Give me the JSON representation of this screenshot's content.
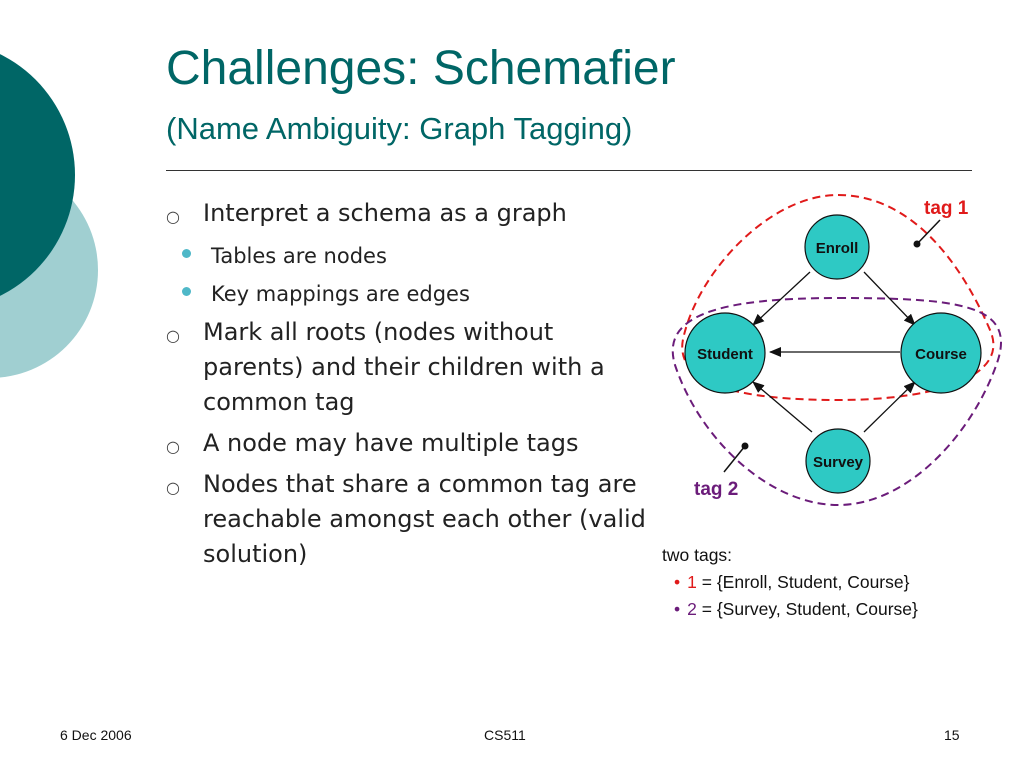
{
  "slide": {
    "title": "Challenges: Schemafier",
    "subtitle": "(Name Ambiguity: Graph Tagging)",
    "colors": {
      "accent_dark": "#006666",
      "accent_light": "#a0cfd1",
      "node_fill": "#2ec9c4",
      "tag1": "#e01a1a",
      "tag2": "#6b1c7a"
    }
  },
  "bullets": [
    {
      "text": "Interpret a schema as a graph",
      "sub": [
        "Tables are nodes",
        "Key mappings are edges"
      ]
    },
    {
      "text": "Mark all roots (nodes without parents) and their children with a common tag",
      "sub": []
    },
    {
      "text": "A node may have multiple tags",
      "sub": []
    },
    {
      "text": "Nodes that share a common tag are reachable amongst each other (valid solution)",
      "sub": []
    }
  ],
  "diagram": {
    "nodes": {
      "enroll": "Enroll",
      "student": "Student",
      "course": "Course",
      "survey": "Survey"
    },
    "tag1_label": "tag 1",
    "tag2_label": "tag 2"
  },
  "legend": {
    "heading": "two tags:",
    "items": [
      {
        "key": "1",
        "value": "= {Enroll, Student, Course}"
      },
      {
        "key": "2",
        "value": "= {Survey, Student, Course}"
      }
    ]
  },
  "footer": {
    "date": "6 Dec 2006",
    "course": "CS511",
    "page": "15"
  }
}
